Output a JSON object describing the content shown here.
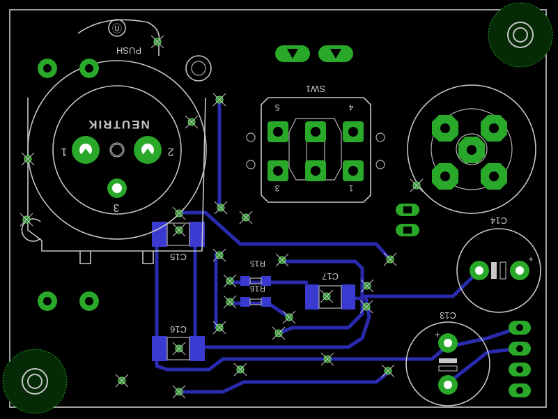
{
  "board": {
    "background": "#000000",
    "outline_color": "#c8c8c8",
    "copper_top_color": "#2aa82a",
    "copper_bottom_color": "#2b2bb0",
    "smd_pad_color": "#3a3ad0"
  },
  "labels": {
    "push": "PUSH",
    "neutrik": "NEUTRIK",
    "pin1": "1",
    "pin2": "2",
    "pin3": "3",
    "sw1": "SW1",
    "sw1_pin_tl": "5",
    "sw1_pin_tr": "4",
    "sw1_pin_bl": "3",
    "sw1_pin_br": "1",
    "c14": "C14",
    "c13": "C13",
    "c15": "C15",
    "c16": "C16",
    "c17": "C17",
    "r15": "R15",
    "r16": "R16",
    "plus_c14": "+",
    "plus_c13": "+"
  },
  "icons": {
    "mounting_hole": "mounting-hole-icon",
    "via": "via-icon",
    "thru_pad": "thru-hole-pad-icon",
    "ul_logo": "ul-logo-icon"
  }
}
